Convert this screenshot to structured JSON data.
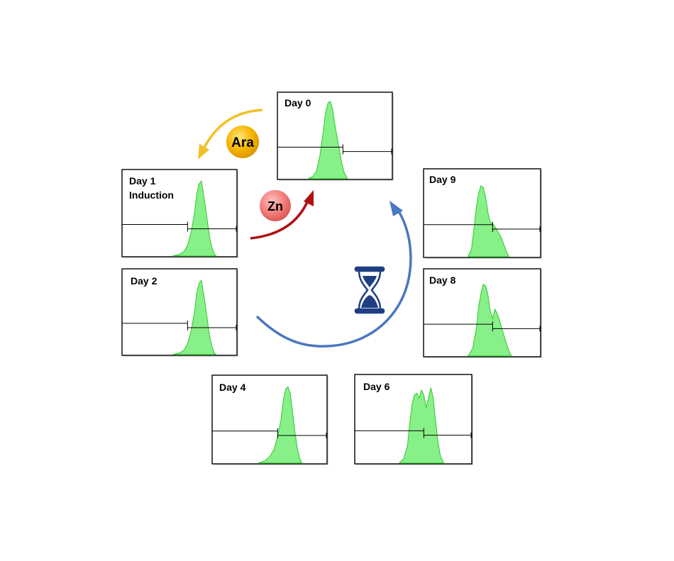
{
  "panels": [
    {
      "id": "day0",
      "lines": [
        "Day 0"
      ],
      "profile": [
        [
          0.27,
          0.0
        ],
        [
          0.31,
          0.03
        ],
        [
          0.34,
          0.1
        ],
        [
          0.37,
          0.3
        ],
        [
          0.4,
          0.62
        ],
        [
          0.42,
          0.86
        ],
        [
          0.44,
          0.98
        ],
        [
          0.46,
          1.0
        ],
        [
          0.48,
          0.9
        ],
        [
          0.5,
          0.7
        ],
        [
          0.53,
          0.45
        ],
        [
          0.56,
          0.2
        ],
        [
          0.58,
          0.08
        ],
        [
          0.61,
          0.0
        ]
      ]
    },
    {
      "id": "day1",
      "lines": [
        "Day 1",
        "Induction"
      ],
      "profile": [
        [
          0.44,
          0.0
        ],
        [
          0.5,
          0.02
        ],
        [
          0.54,
          0.06
        ],
        [
          0.57,
          0.14
        ],
        [
          0.6,
          0.3
        ],
        [
          0.63,
          0.55
        ],
        [
          0.65,
          0.8
        ],
        [
          0.67,
          0.93
        ],
        [
          0.69,
          0.97
        ],
        [
          0.7,
          0.88
        ],
        [
          0.72,
          0.7
        ],
        [
          0.74,
          0.48
        ],
        [
          0.76,
          0.26
        ],
        [
          0.78,
          0.12
        ],
        [
          0.8,
          0.03
        ],
        [
          0.82,
          0.0
        ]
      ]
    },
    {
      "id": "day2",
      "lines": [
        "Day 2"
      ],
      "profile": [
        [
          0.44,
          0.0
        ],
        [
          0.5,
          0.02
        ],
        [
          0.54,
          0.06
        ],
        [
          0.57,
          0.14
        ],
        [
          0.6,
          0.3
        ],
        [
          0.63,
          0.55
        ],
        [
          0.65,
          0.8
        ],
        [
          0.67,
          0.93
        ],
        [
          0.69,
          0.97
        ],
        [
          0.7,
          0.88
        ],
        [
          0.72,
          0.7
        ],
        [
          0.74,
          0.48
        ],
        [
          0.76,
          0.26
        ],
        [
          0.78,
          0.12
        ],
        [
          0.8,
          0.03
        ],
        [
          0.82,
          0.0
        ]
      ]
    },
    {
      "id": "day4",
      "lines": [
        "Day 4"
      ],
      "profile": [
        [
          0.4,
          0.0
        ],
        [
          0.46,
          0.03
        ],
        [
          0.5,
          0.08
        ],
        [
          0.54,
          0.18
        ],
        [
          0.57,
          0.34
        ],
        [
          0.6,
          0.56
        ],
        [
          0.62,
          0.8
        ],
        [
          0.64,
          0.94
        ],
        [
          0.66,
          0.97
        ],
        [
          0.68,
          0.88
        ],
        [
          0.7,
          0.65
        ],
        [
          0.72,
          0.4
        ],
        [
          0.74,
          0.2
        ],
        [
          0.76,
          0.07
        ],
        [
          0.78,
          0.0
        ]
      ]
    },
    {
      "id": "day6",
      "lines": [
        "Day 6"
      ],
      "profile": [
        [
          0.38,
          0.0
        ],
        [
          0.42,
          0.06
        ],
        [
          0.45,
          0.22
        ],
        [
          0.47,
          0.5
        ],
        [
          0.49,
          0.74
        ],
        [
          0.51,
          0.86
        ],
        [
          0.53,
          0.88
        ],
        [
          0.55,
          0.82
        ],
        [
          0.57,
          0.92
        ],
        [
          0.59,
          0.86
        ],
        [
          0.61,
          0.7
        ],
        [
          0.63,
          0.82
        ],
        [
          0.65,
          0.95
        ],
        [
          0.67,
          0.82
        ],
        [
          0.69,
          0.55
        ],
        [
          0.71,
          0.28
        ],
        [
          0.73,
          0.1
        ],
        [
          0.76,
          0.0
        ]
      ]
    },
    {
      "id": "day8",
      "lines": [
        "Day 8"
      ],
      "profile": [
        [
          0.38,
          0.0
        ],
        [
          0.42,
          0.1
        ],
        [
          0.45,
          0.35
        ],
        [
          0.47,
          0.62
        ],
        [
          0.49,
          0.8
        ],
        [
          0.51,
          0.92
        ],
        [
          0.53,
          0.9
        ],
        [
          0.55,
          0.78
        ],
        [
          0.57,
          0.58
        ],
        [
          0.59,
          0.48
        ],
        [
          0.61,
          0.6
        ],
        [
          0.63,
          0.54
        ],
        [
          0.65,
          0.45
        ],
        [
          0.67,
          0.35
        ],
        [
          0.69,
          0.25
        ],
        [
          0.71,
          0.15
        ],
        [
          0.73,
          0.06
        ],
        [
          0.75,
          0.0
        ]
      ]
    },
    {
      "id": "day9",
      "lines": [
        "Day 9"
      ],
      "profile": [
        [
          0.38,
          0.0
        ],
        [
          0.41,
          0.1
        ],
        [
          0.43,
          0.35
        ],
        [
          0.45,
          0.62
        ],
        [
          0.47,
          0.8
        ],
        [
          0.49,
          0.9
        ],
        [
          0.51,
          0.88
        ],
        [
          0.53,
          0.76
        ],
        [
          0.55,
          0.56
        ],
        [
          0.57,
          0.44
        ],
        [
          0.59,
          0.42
        ],
        [
          0.61,
          0.38
        ],
        [
          0.63,
          0.33
        ],
        [
          0.65,
          0.28
        ],
        [
          0.67,
          0.22
        ],
        [
          0.69,
          0.14
        ],
        [
          0.71,
          0.06
        ],
        [
          0.73,
          0.0
        ]
      ]
    }
  ],
  "badges": {
    "ara": "Ara",
    "zn": "Zn"
  },
  "colors": {
    "histogram_fill": "#88f088",
    "histogram_edge": "#2ec82e",
    "ara_arrow": "#f2c027",
    "ara_badge": "#f6b400",
    "zn_arrow": "#b01010",
    "zn_badge": "#f07a78",
    "cycle_arrow": "#4a78c0",
    "hourglass": "#1f3f82"
  },
  "icons": {
    "time": "hourglass-icon"
  }
}
